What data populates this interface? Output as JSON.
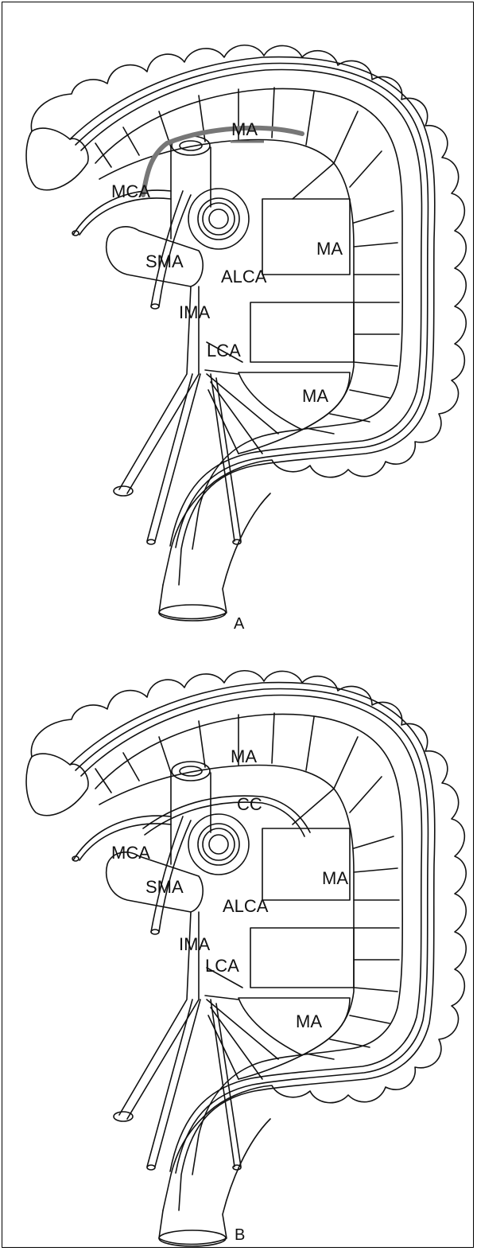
{
  "panels": [
    {
      "caption": "A",
      "labels": {
        "ma_top": "MA",
        "mca": "MCA",
        "sma": "SMA",
        "alca": "ALCA",
        "ima": "IMA",
        "lca": "LCA",
        "ma_mid": "MA",
        "ma_low": "MA"
      }
    },
    {
      "caption": "B",
      "labels": {
        "ma_top": "MA",
        "cc": "CC",
        "mca": "MCA",
        "sma": "SMA",
        "alca": "ALCA",
        "ima": "IMA",
        "lca": "LCA",
        "ma_mid": "MA",
        "ma_low": "MA"
      }
    }
  ],
  "colors": {
    "line": "#111111",
    "highlight": "#777777",
    "background": "#ffffff"
  }
}
